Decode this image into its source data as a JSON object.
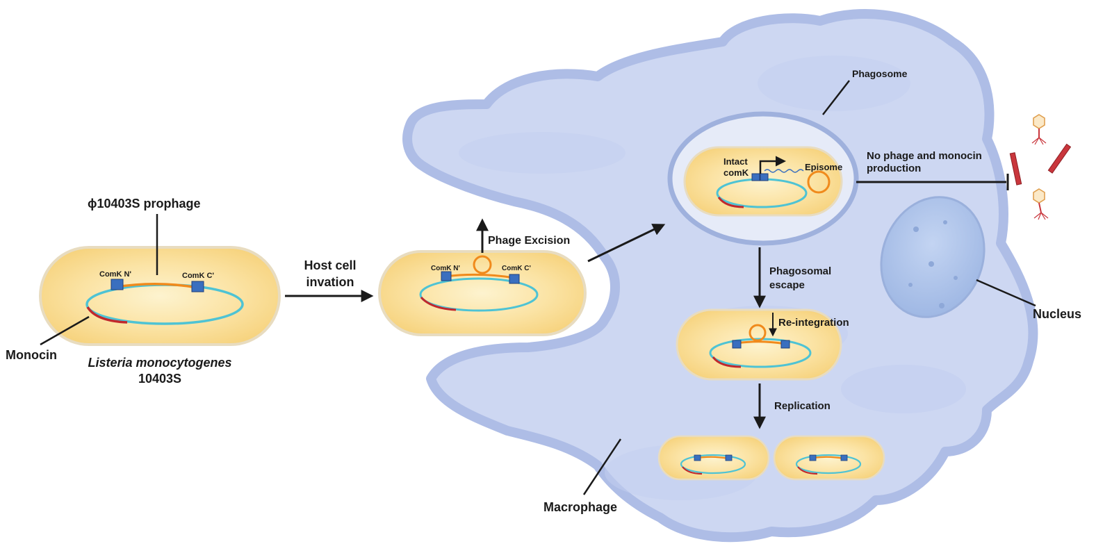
{
  "left_cell": {
    "prophage_label": "ϕ10403S prophage",
    "comk_n_label": "ComK N'",
    "comk_c_label": "ComK C'",
    "monocin_label": "Monocin",
    "species_label": "Listeria monocytogenes",
    "strain_label": "10403S"
  },
  "arrow_host": {
    "line1": "Host cell",
    "line2": "invation"
  },
  "excision_cell": {
    "comk_n_label": "ComK N'",
    "comk_c_label": "ComK C'",
    "excision_label": "Phage Excision"
  },
  "phagosome": {
    "label": "Phagosome",
    "intact_line1": "Intact",
    "intact_line2": "comK",
    "episome_label": "Episome"
  },
  "no_production": {
    "line1": "No phage and monocin",
    "line2": "production"
  },
  "escape": {
    "line1": "Phagosomal",
    "line2": "escape"
  },
  "reintegration_label": "Re-integration",
  "replication_label": "Replication",
  "nucleus_label": "Nucleus",
  "macrophage_label": "Macrophage",
  "colors": {
    "macrophage_fill": "#cdd7f2",
    "macrophage_edge": "#aebde6",
    "cell_fill": "#f8d88a",
    "cell_core": "#fbeec2",
    "chromosome": "#4ec3d4",
    "prophage": "#f08a1c",
    "monocin": "#c0282d",
    "comk_box": "#3a6fbf",
    "nucleus": "#a8bfe6",
    "phage_red": "#c9363c",
    "arrow": "#1a1a1a"
  }
}
